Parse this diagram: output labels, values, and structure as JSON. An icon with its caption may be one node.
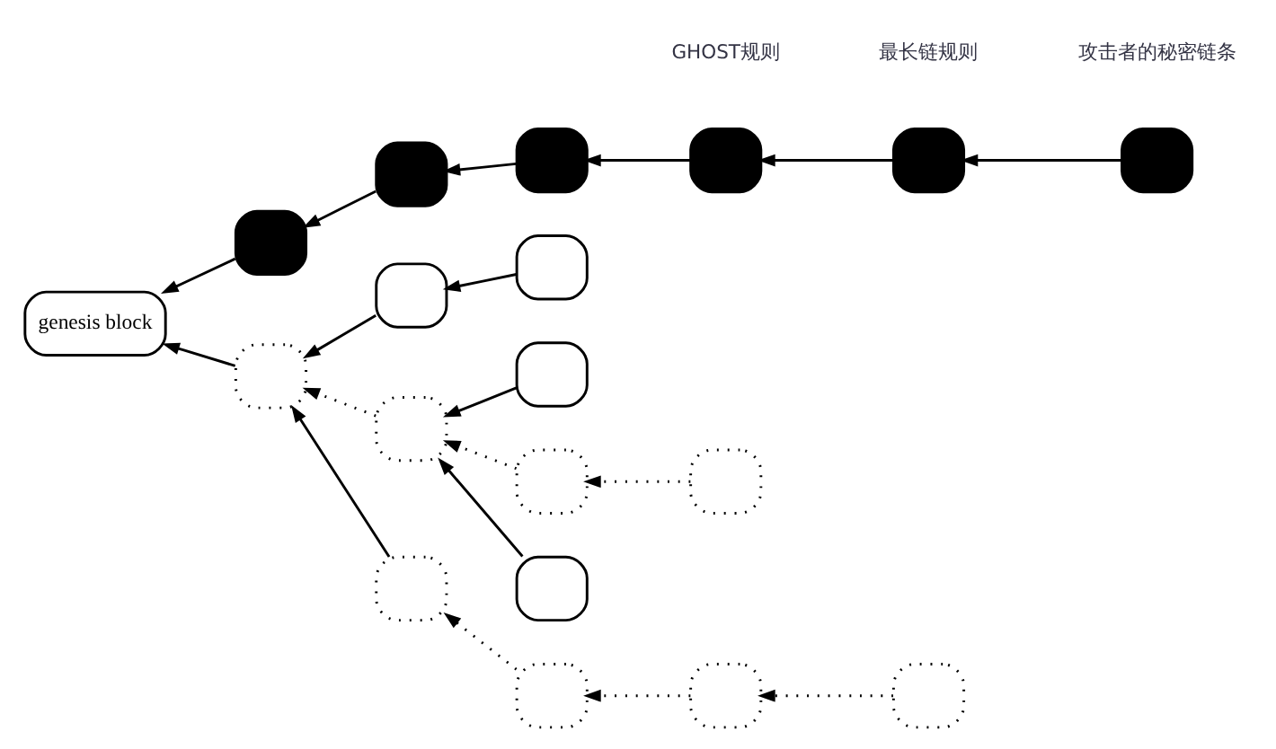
{
  "diagram": {
    "nodes": [
      {
        "text": [],
        "shape": "box"
      },
      {
        "text": [],
        "shape": "box"
      },
      {
        "text": [],
        "shape": "box"
      },
      {
        "text": [],
        "shape": "box"
      },
      {
        "text": [],
        "shape": "box"
      },
      {
        "text": [],
        "shape": "box"
      },
      {
        "text": [],
        "shape": "box"
      },
      {
        "text": [],
        "shape": "box"
      },
      {
        "text": [],
        "shape": "box"
      },
      {
        "text": [],
        "shape": "box"
      },
      {
        "text": [
          "genesis block"
        ]
      },
      {
        "text": [],
        "shape": "box"
      },
      {
        "text": [],
        "shape": "box"
      },
      {
        "text": [],
        "shape": "box"
      },
      {
        "text": [],
        "shape": "box"
      },
      {
        "text": [],
        "shape": "box"
      },
      {
        "text": [],
        "shape": "box"
      },
      {
        "text": [],
        "shape": "box"
      },
      {
        "text": [],
        "shape": "box"
      }
    ],
    "edges": [
      {
        "from": 1,
        "to": 0,
        "arrow": "to",
        "style": "dashed"
      },
      {
        "from": 2,
        "to": 1,
        "arrow": "to",
        "style": "dashed"
      },
      {
        "from": 3,
        "to": 2,
        "arrow": "to",
        "style": "dashed"
      },
      {
        "from": 0,
        "to": 5,
        "arrow": "to"
      },
      {
        "from": 5,
        "to": 10,
        "arrow": "to"
      },
      {
        "from": 6,
        "to": 5,
        "arrow": "to",
        "style": "dashed"
      },
      {
        "from": 7,
        "to": 6,
        "arrow": "to",
        "style": "dashed"
      },
      {
        "from": 8,
        "to": 7,
        "arrow": "to",
        "style": "dashed"
      },
      {
        "from": 4,
        "to": 6,
        "arrow": "to"
      },
      {
        "from": 9,
        "to": 6,
        "arrow": "to"
      },
      {
        "from": 11,
        "to": 5,
        "arrow": "to"
      },
      {
        "from": 12,
        "to": 11,
        "arrow": "to"
      },
      {
        "from": 13,
        "to": 10,
        "arrow": "to"
      },
      {
        "from": 14,
        "to": 13,
        "arrow": "to"
      },
      {
        "from": 15,
        "to": 14,
        "arrow": "to"
      },
      {
        "from": 16,
        "to": 15,
        "arrow": "to"
      },
      {
        "from": 17,
        "to": 16,
        "arrow": "to"
      },
      {
        "from": 18,
        "to": 17,
        "arrow": "to"
      }
    ],
    "labels": [
      "最长链规则",
      "GHOST规则",
      "攻击者的秘密链条"
    ]
  }
}
